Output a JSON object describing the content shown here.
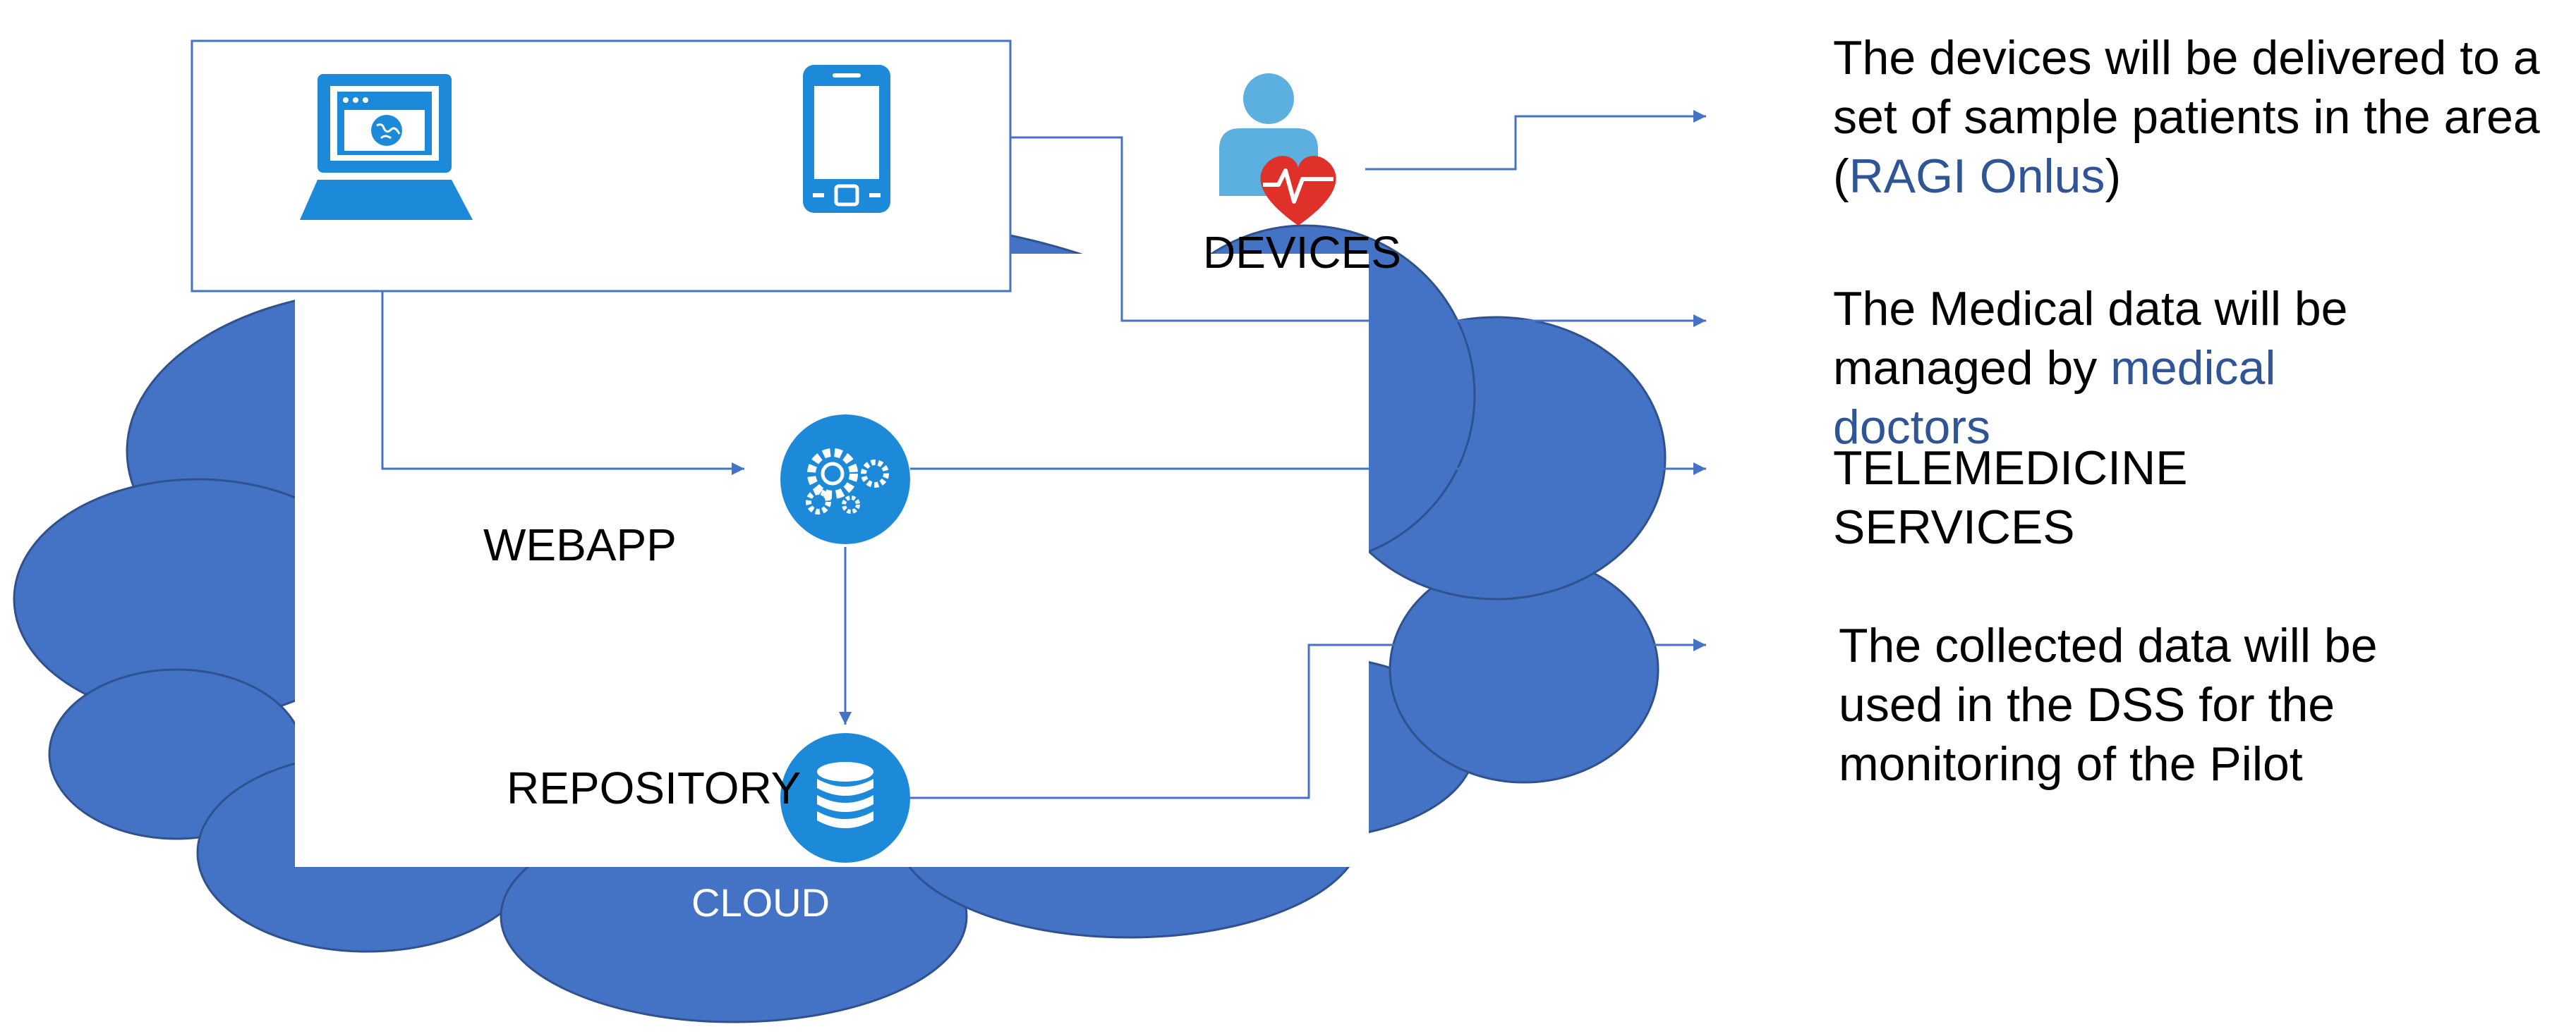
{
  "labels": {
    "devices": "DEVICES",
    "webapp": "WEBAPP",
    "repository": "REPOSITORY",
    "cloud": "CLOUD",
    "telemedicine_line1": "TELEMEDICINE",
    "telemedicine_line2": "SERVICES"
  },
  "notes": {
    "devices": {
      "line1": "The devices will be delivered to a",
      "line2": "set of sample patients in the area",
      "line3_open": "(",
      "line3_link": "RAGI Onlus",
      "line3_close": ")"
    },
    "medical": {
      "line1": "The Medical data will be",
      "line2_plain": "managed by ",
      "line2_accent": "medical",
      "line3_accent": "doctors"
    },
    "dss": {
      "line1": "The collected data will be",
      "line2": "used in the DSS for the",
      "line3": "monitoring of the Pilot"
    }
  },
  "icons": [
    "laptop-globe-icon",
    "smartphone-icon",
    "patient-heartbeat-icon",
    "gears-icon",
    "database-icon"
  ],
  "colors": {
    "cloud": "#4472c4",
    "icon_blue": "#1c8ad8",
    "heart": "#e0302a",
    "line": "#4472c4",
    "accent_text": "#2f5597"
  }
}
